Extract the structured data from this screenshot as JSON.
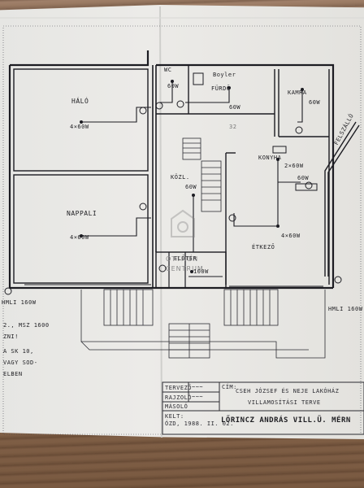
{
  "rooms": {
    "halo": "HÁLÓ",
    "nappali": "NAPPALI",
    "wc": "WC",
    "boyler": "Boyler",
    "furdo": "FÜRDŐ",
    "kamra": "KAMRA",
    "konyha": "KONYHA",
    "kozl": "KÖZL.",
    "etkezo": "ÉTKEZŐ",
    "eloter": "ELŐTÉR"
  },
  "loads": {
    "halo": "4×60W",
    "nappali": "4×60W",
    "wc": "60W",
    "furdo": "60W",
    "kamra": "60W",
    "konyha": "2×60W",
    "konyha_b": "60W",
    "kozl": "60W",
    "etkezo": "4×60W",
    "eloter": "100W"
  },
  "annotations": {
    "hmli_left": "HMLI 160W",
    "hmli_right": "HMLI 160W",
    "feszallo": "FELSZÁLLÓ",
    "num32": "32",
    "side_1": "2., MSZ 1600",
    "side_2": "ZNI!",
    "side_3": "A SK 10,",
    "side_4": "VAGY SOD-",
    "side_5": "ELBEN"
  },
  "title_block": {
    "tervezo_label": "TERVEZŐ",
    "rajzolo_label": "RAJZOLÓ",
    "masolo_label": "MÁSOLÓ",
    "kelt_label": "KELT:",
    "kelt_value": "ÓZD, 1988. II. 02.",
    "cim_label": "CÍM:",
    "cim_line1": "CSEH JÓZSEF ÉS NEJE LAKÓHÁZ",
    "cim_line2": "VILLAMOSÍTÁSI TERVE",
    "firm": "LŐRINCZ ANDRÁS VILL.Ü. MÉRN"
  },
  "watermark": {
    "line1": "OTTHON",
    "line2": "CENTRUM"
  }
}
